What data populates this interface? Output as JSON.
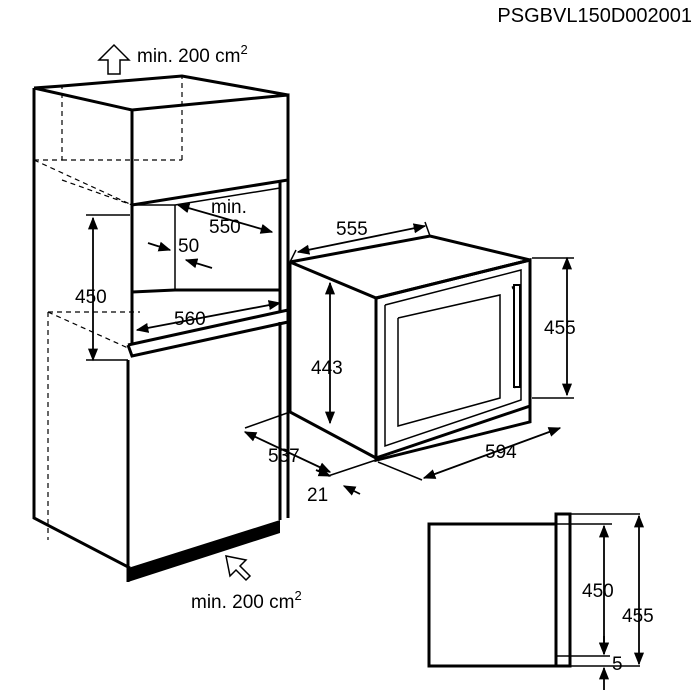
{
  "diagram": {
    "code": "PSGBVL150D002001",
    "ventilation_top": {
      "text": "min. 200 cm",
      "sup": "2"
    },
    "ventilation_bottom": {
      "text": "min. 200 cm",
      "sup": "2"
    },
    "dims": {
      "niche_depth_min": "min.",
      "niche_depth_value": "550",
      "gap": "50",
      "niche_height": "450",
      "niche_width": "560",
      "oven_depth": "555",
      "oven_height_front": "455",
      "oven_height_body": "443",
      "oven_depth_total": "537",
      "door": "21",
      "oven_width": "594",
      "side_body": "450",
      "side_total": "455",
      "side_offset": "5"
    },
    "colors": {
      "line": "#000000",
      "background": "#ffffff"
    }
  }
}
